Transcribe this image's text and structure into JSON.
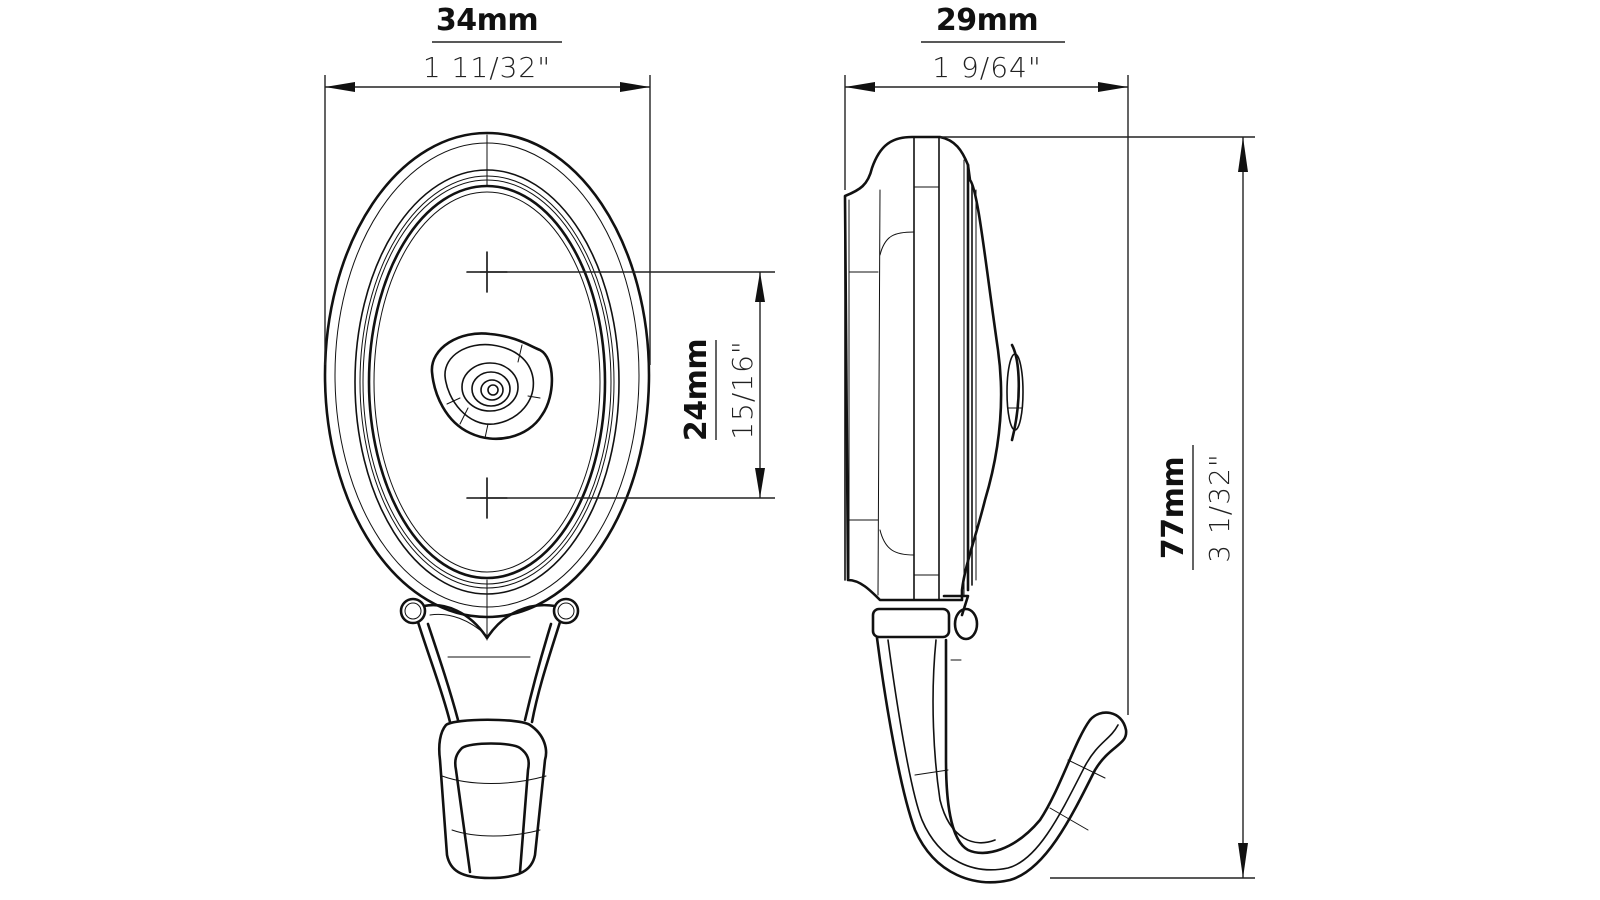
{
  "drawing": {
    "title": "Wall hook dimension drawing",
    "views": [
      "front-view",
      "side-view"
    ]
  },
  "dimensions": {
    "width": {
      "metric": "34mm",
      "imperial": "1  11/32\""
    },
    "depth": {
      "metric": "29mm",
      "imperial": "1  9/64\""
    },
    "mounting_hole_spacing": {
      "metric": "24mm",
      "imperial": "15/16\""
    },
    "height": {
      "metric": "77mm",
      "imperial": "3  1/32\""
    }
  },
  "colors": {
    "line": "#111111",
    "background": "#ffffff"
  }
}
